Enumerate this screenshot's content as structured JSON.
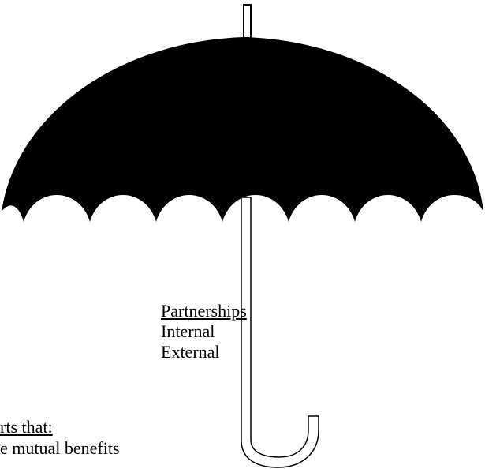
{
  "labels": {
    "heading": "Partnerships",
    "item1": "Internal",
    "item2": "External",
    "efforts_fragment": "rts that:",
    "benefits_fragment": "e mutual benefits"
  },
  "colors": {
    "canopy": "#000000",
    "handle_stroke": "#000000",
    "handle_fill": "#ffffff",
    "background": "#ffffff"
  }
}
